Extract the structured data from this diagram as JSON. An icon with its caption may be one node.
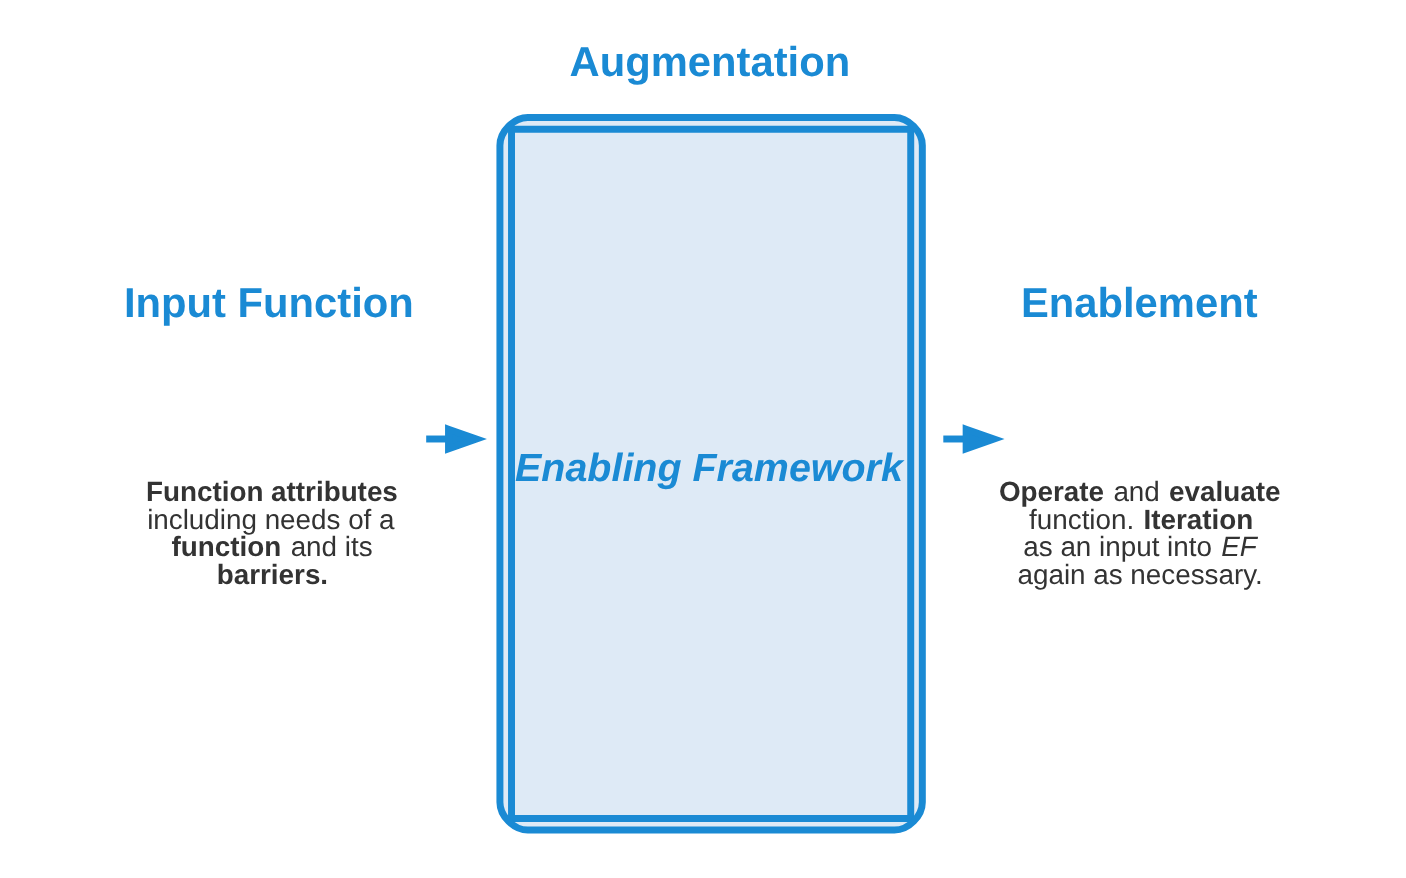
{
  "diagram": {
    "nodes": [
      {
        "text": [
          "Input Function",
          "**Function attributes** including needs of a **function** and its **barriers.**"
        ]
      },
      {
        "text": [
          "Augmentation",
          "Enabling Framework"
        ]
      },
      {
        "text": [
          "Enablement",
          "**Operate** and **evaluate** function. **Iteration** as an input into *EF* again as necessary."
        ]
      }
    ],
    "edges": [
      {
        "from": 0,
        "to": 1,
        "arrow": "to"
      },
      {
        "from": 1,
        "to": 2,
        "arrow": "to"
      }
    ]
  }
}
